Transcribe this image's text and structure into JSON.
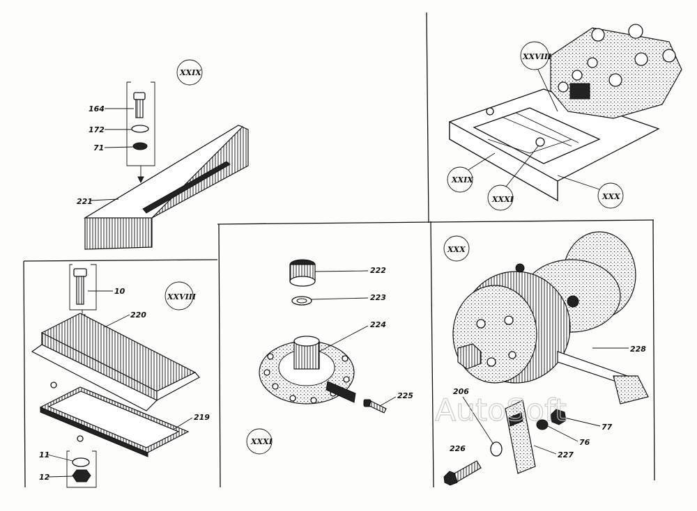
{
  "watermark": "AutoSoft",
  "groups": {
    "g29": "XXIX",
    "g28_left": "XXVIII",
    "g31_center": "XXXI",
    "g30_right": "XXX",
    "g28_top": "XXVIII",
    "g29_top": "XXIX",
    "g31_top": "XXXI",
    "g30_top": "XXX"
  },
  "labels": {
    "p164": "164",
    "p172": "172",
    "p71": "71",
    "p221": "221",
    "p10": "10",
    "p220": "220",
    "p219": "219",
    "p11": "11",
    "p12": "12",
    "p222": "222",
    "p223": "223",
    "p224": "224",
    "p225": "225",
    "p206": "206",
    "p226": "226",
    "p227": "227",
    "p228": "228",
    "p77": "77",
    "p76": "76"
  }
}
